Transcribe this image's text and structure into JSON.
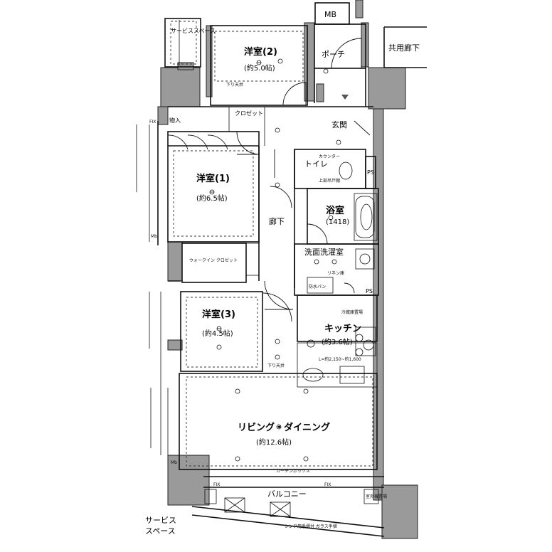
{
  "rooms": {
    "western_room_2": {
      "name": "洋室(2)",
      "size": "(約5.0帖)"
    },
    "western_room_1": {
      "name": "洋室(1)",
      "size": "(約6.5帖)"
    },
    "western_room_3": {
      "name": "洋室(3)",
      "size": "(約4.5帖)"
    },
    "living_dining": {
      "name": "リビング・ダイニング",
      "size": "(約12.6帖)"
    },
    "kitchen": {
      "name": "キッチン",
      "size": "(約3.6帖)"
    },
    "bath": {
      "name": "浴室",
      "size": "(1418)"
    },
    "washroom": {
      "name": "洗面洗濯室"
    },
    "toilet": {
      "name": "トイレ"
    },
    "entrance": {
      "name": "玄関"
    },
    "porch": {
      "name": "ポーチ"
    },
    "hallway": {
      "name": "廊下"
    }
  },
  "labels": {
    "mb": "MB",
    "shared_corridor": "共用廊下",
    "service_space_top": "サービススペース",
    "service_space_bottom_line1": "サービス",
    "service_space_bottom_line2": "スペース",
    "balcony": "バルコニー",
    "closet": "クロゼット",
    "walkin_closet": "ウォークイン クロゼット",
    "storage": "物入",
    "ps": "PS",
    "fix": "FIX",
    "mb_small": "Mb",
    "lowered_ceiling": "下り天井",
    "kitchen_length": "L=約2,150~約1,600",
    "counter": "カウンター",
    "upper_cabinet": "上部吊戸棚",
    "linen_storage": "リネン庫",
    "waterproof_pan": "防水パン",
    "fridge_space": "冷蔵庫置場",
    "curtain_box": "カーテンボックス",
    "outdoor_unit": "室外機置場",
    "sink_drain": "シンク用手摺付 ガラス手摺"
  }
}
